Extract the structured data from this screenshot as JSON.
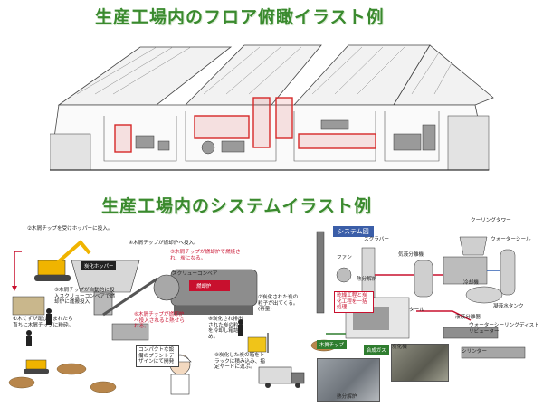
{
  "titles": {
    "floor": "生産工場内のフロア俯瞰イラスト例",
    "system": "生産工場内のシステムイラスト例"
  },
  "left_diagram": {
    "steps": [
      "②木屑チップを受けホッパーに投入。",
      "③木屑チップが自動的に投入スクリューコンベアで燃却炉に運搬投入",
      "④木屑チップが燃却炉へ投入。",
      "⑤木屑チップが燃却炉で燃焼され、炭になる。",
      "⑥木屑チップが燃却炉へ投入されると熱せられる。",
      "⑦炭化された炭の粒子が出てくる。(再量)",
      "①木くずが運び込まれたら直ちに木屑チップに粉砕。",
      "⑧炭化され排出された炭の粒子を冷却し箱詰め。",
      "⑨炭化した炭の箱をトラックに積み込み、指定ヤードに運ぶ。"
    ],
    "equipment_labels": {
      "hopper": "炭化ホッパー",
      "conveyor": "スクリューコンベア",
      "furnace": "燃却炉",
      "compact": "コンパクトな設備のプラントデザインにて開発"
    }
  },
  "right_diagram": {
    "badge": "システム図",
    "labels": {
      "cooling_tower": "クーリングタワー",
      "water_seal": "ウォーターシール",
      "scrubber": "スクラバー",
      "fan": "ファン",
      "gas_separator": "気液分離機",
      "pyrolysis": "熱分解炉",
      "char_tank": "タール",
      "cooler": "冷却機",
      "liquid_tank": "液液分離器",
      "oil_tank": "凝液水タンク",
      "water_sealing": "ウォーターシーリングディストリビューター",
      "wood_chip": "木質チップ",
      "combustion_gas": "合成ガス",
      "carbonizer": "炭化機",
      "cylinder": "シリンダー",
      "dryer_note": "乾燥工程と炭化工程を一括処理",
      "pyro_bottom": "熱分解炉"
    }
  }
}
